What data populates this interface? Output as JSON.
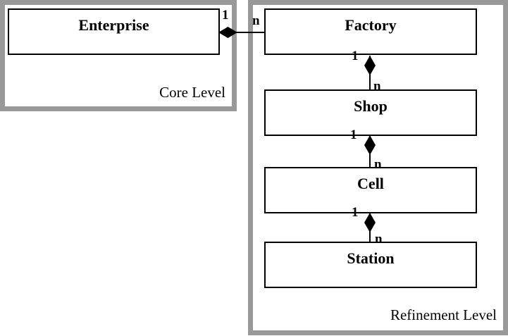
{
  "diagram": {
    "core_level": {
      "label": "Core Level",
      "entities": [
        {
          "name": "Enterprise"
        }
      ]
    },
    "refinement_level": {
      "label": "Refinement Level",
      "entities": [
        {
          "name": "Factory"
        },
        {
          "name": "Shop"
        },
        {
          "name": "Cell"
        },
        {
          "name": "Station"
        }
      ]
    },
    "relations": [
      {
        "from": "Enterprise",
        "to": "Factory",
        "from_card": "1",
        "to_card": "n",
        "kind": "composition"
      },
      {
        "from": "Factory",
        "to": "Shop",
        "from_card": "1",
        "to_card": "n",
        "kind": "composition"
      },
      {
        "from": "Shop",
        "to": "Cell",
        "from_card": "1",
        "to_card": "n",
        "kind": "composition"
      },
      {
        "from": "Cell",
        "to": "Station",
        "from_card": "1",
        "to_card": "n",
        "kind": "composition"
      }
    ],
    "colors": {
      "container_border": "#999999",
      "box_border": "#000000",
      "text": "#000000",
      "background": "#ffffff"
    }
  }
}
